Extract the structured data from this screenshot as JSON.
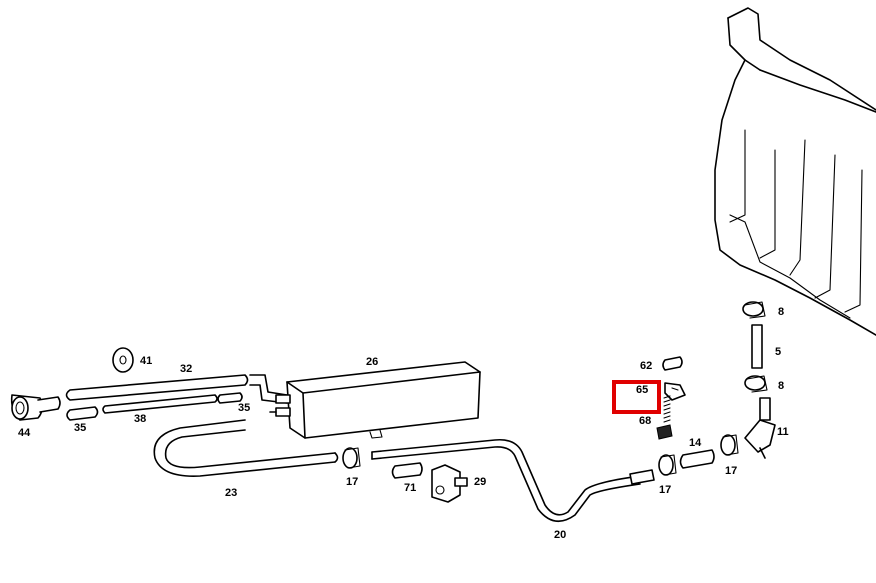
{
  "labels": {
    "p41": "41",
    "p32": "32",
    "p26": "26",
    "p44": "44",
    "p35a": "35",
    "p38": "38",
    "p35b": "35",
    "p23": "23",
    "p17a": "17",
    "p71": "71",
    "p29": "29",
    "p20": "20",
    "p62": "62",
    "p65": "65",
    "p68": "68",
    "p14": "14",
    "p17b": "17",
    "p17c": "17",
    "p8a": "8",
    "p5": "5",
    "p8b": "8",
    "p11": "11"
  },
  "highlight": {
    "target_label": "65",
    "color": "#e00000"
  }
}
